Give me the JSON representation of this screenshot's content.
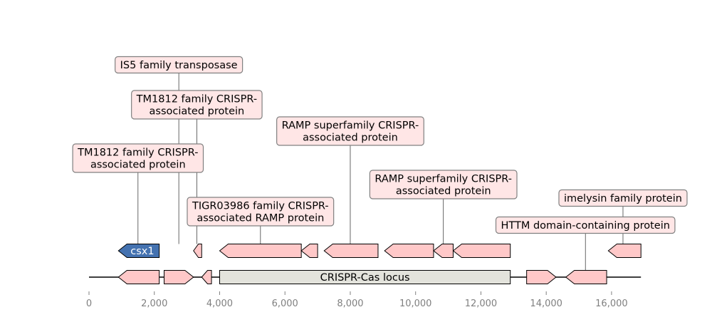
{
  "axis": {
    "xlim": [
      0,
      16900
    ],
    "ticks": [
      {
        "value": 0,
        "label": "0"
      },
      {
        "value": 2000,
        "label": "2,000"
      },
      {
        "value": 4000,
        "label": "4,000"
      },
      {
        "value": 6000,
        "label": "6,000"
      },
      {
        "value": 8000,
        "label": "8,000"
      },
      {
        "value": 10000,
        "label": "10,000"
      },
      {
        "value": 12000,
        "label": "12,000"
      },
      {
        "value": 14000,
        "label": "14,000"
      },
      {
        "value": 16000,
        "label": "16,000"
      }
    ]
  },
  "colors": {
    "feature_fill": "#ffc8c8",
    "highlight_fill": "#4472b0",
    "locus_fill": "#e3e3dc",
    "label_box_fill": "#ffe6e6",
    "label_box_stroke": "#808080",
    "outline": "#000000",
    "leader": "#404040",
    "tick_color": "#808080"
  },
  "locus": {
    "start": 4000,
    "end": 12900,
    "label": "CRISPR-Cas locus"
  },
  "bottom_track": [
    {
      "id": "b1",
      "start": 900,
      "end": 2150,
      "strand": -1
    },
    {
      "id": "b2",
      "start": 2300,
      "end": 3200,
      "strand": 1
    },
    {
      "id": "b3",
      "start": 3450,
      "end": 3750,
      "strand": -1
    },
    {
      "id": "b4",
      "start": 13400,
      "end": 14300,
      "strand": 1
    },
    {
      "id": "b5",
      "start": 14600,
      "end": 15850,
      "strand": -1
    }
  ],
  "top_track": [
    {
      "id": "t1",
      "start": 900,
      "end": 2150,
      "strand": -1,
      "label": "csx1",
      "highlight": true
    },
    {
      "id": "t2",
      "start": 3200,
      "end": 3450,
      "strand": -1
    },
    {
      "id": "t3",
      "start": 4000,
      "end": 6500,
      "strand": -1
    },
    {
      "id": "t4",
      "start": 6500,
      "end": 7000,
      "strand": -1
    },
    {
      "id": "t5",
      "start": 7200,
      "end": 8850,
      "strand": -1
    },
    {
      "id": "t6",
      "start": 9050,
      "end": 10550,
      "strand": -1
    },
    {
      "id": "t7",
      "start": 10550,
      "end": 11150,
      "strand": -1
    },
    {
      "id": "t8",
      "start": 11150,
      "end": 12900,
      "strand": -1
    },
    {
      "id": "t9",
      "start": 15900,
      "end": 16900,
      "strand": -1
    }
  ],
  "annotations": [
    {
      "id": "a1",
      "lines": [
        "IS5 family transposase"
      ],
      "anchor": 2750,
      "level": "top"
    },
    {
      "id": "a2",
      "lines": [
        "TM1812 family CRISPR-",
        "associated protein"
      ],
      "anchor": 3300,
      "level": "top"
    },
    {
      "id": "a3",
      "lines": [
        "TM1812 family CRISPR-",
        "associated protein"
      ],
      "anchor": 1500,
      "level": "top"
    },
    {
      "id": "a4",
      "lines": [
        "RAMP superfamily CRISPR-",
        "associated protein"
      ],
      "anchor": 8000,
      "level": "top"
    },
    {
      "id": "a5",
      "lines": [
        "TIGR03986 family CRISPR-",
        "associated RAMP protein"
      ],
      "anchor": 5250,
      "level": "top"
    },
    {
      "id": "a6",
      "lines": [
        "RAMP superfamily CRISPR-",
        "associated protein"
      ],
      "anchor": 10850,
      "level": "top"
    },
    {
      "id": "a7",
      "lines": [
        "imelysin family protein"
      ],
      "anchor": 16350,
      "level": "top"
    },
    {
      "id": "a8",
      "lines": [
        "HTTM domain-containing protein"
      ],
      "anchor": 15200,
      "level": "bottom"
    }
  ]
}
